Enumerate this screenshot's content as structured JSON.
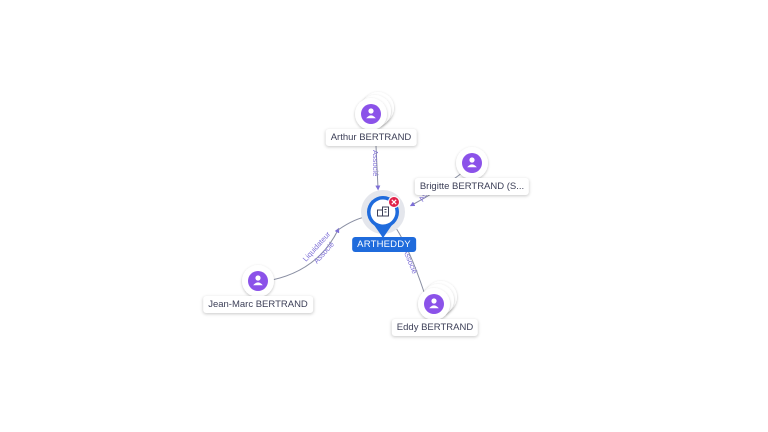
{
  "company": {
    "name": "ARTHEDDY"
  },
  "people": [
    {
      "id": "arthur",
      "name": "Arthur BERTRAND",
      "stacked": true
    },
    {
      "id": "brigitte",
      "name": "Brigitte BERTRAND (S...",
      "stacked": false
    },
    {
      "id": "jeanmarc",
      "name": "Jean-Marc BERTRAND",
      "stacked": false
    },
    {
      "id": "eddy",
      "name": "Eddy BERTRAND",
      "stacked": true
    }
  ],
  "edges": [
    {
      "id": "e-arthur",
      "label": "Associé"
    },
    {
      "id": "e-brigitte",
      "label": "Ass"
    },
    {
      "id": "e-jeanmarc",
      "label": "Liquidateur",
      "label2": "Associé"
    },
    {
      "id": "e-eddy",
      "label": "Associé"
    }
  ],
  "colors": {
    "person": "#8b52e9",
    "company": "#1f6bdc",
    "edge": "#7d6fd6",
    "badge": "#e0234b"
  },
  "icons": {
    "person": "person-icon",
    "company": "building-icon",
    "badge": "close-icon"
  }
}
